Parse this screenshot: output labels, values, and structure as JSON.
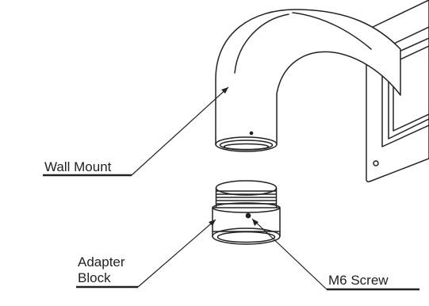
{
  "diagram": {
    "labels": {
      "wall_mount": "Wall Mount",
      "adapter_line1": "Adapter",
      "adapter_line2": "Block",
      "m6_screw": "M6 Screw"
    },
    "colors": {
      "line": "#222222",
      "background": "#ffffff"
    }
  }
}
